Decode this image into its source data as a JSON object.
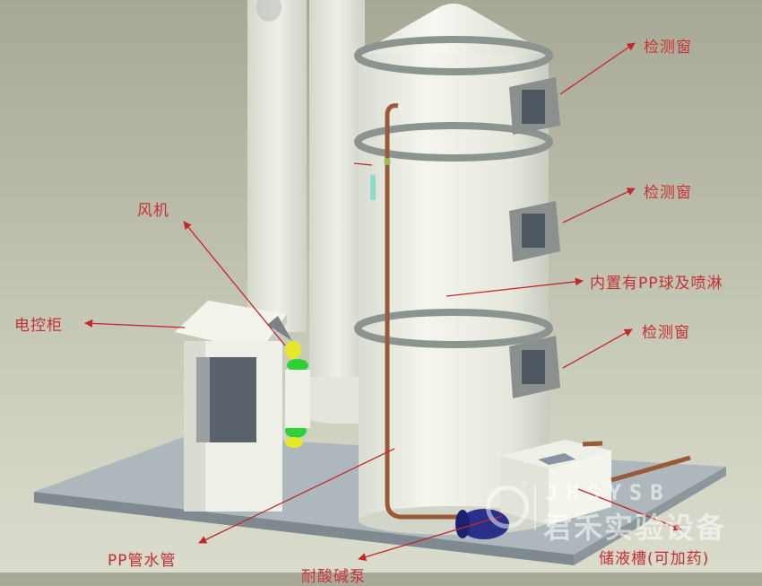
{
  "diagram": {
    "title": "",
    "subject": "PP spray scrubber tower 3D schematic",
    "labels": {
      "inspection_window_top": "检测窗",
      "inspection_window_middle": "检测窗",
      "inspection_window_bottom": "检测窗",
      "packing": "内置有PP球及喷淋",
      "fan": "风机",
      "control_cabinet": "电控柜",
      "pp_water_pipe": "PP管水管",
      "pump_cropped": "耐酸碱泵",
      "storage_tank": "储液槽(可加药)"
    },
    "colors": {
      "background": "#b0b29f",
      "annotation": "#b33a3a",
      "tower_body": "#eef0e6",
      "tower_band": "#8c9490",
      "window_frame": "#8a908e",
      "pipe": "#9a5a3a",
      "pump": "#2a2f8a",
      "base_plate": "#a8b2b6",
      "fan_accent_yellow": "#e6e62a",
      "fan_accent_green": "#2ed13a"
    }
  },
  "watermark": {
    "brand_en": "JHSYSB",
    "brand_cn": "君禾实验设备",
    "registered": "®"
  }
}
